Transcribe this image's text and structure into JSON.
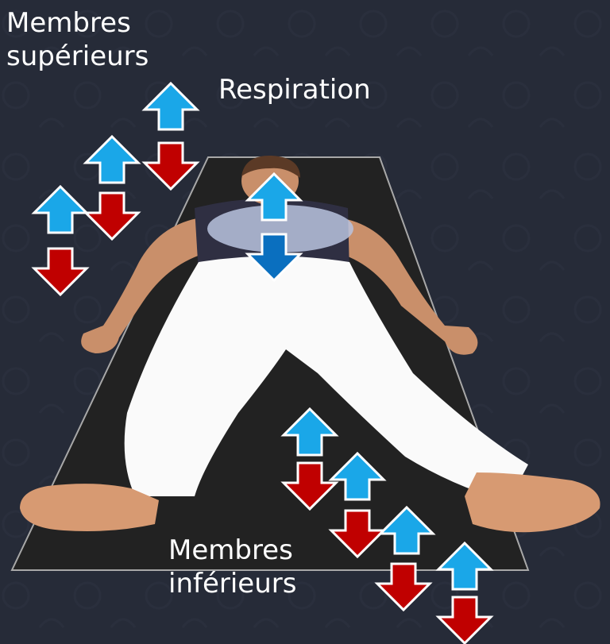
{
  "labels": {
    "upper_limbs": [
      "Membres",
      "supérieurs"
    ],
    "breathing": "Respiration",
    "lower_limbs": [
      "Membres",
      "inférieurs"
    ]
  },
  "colors": {
    "background": "#262b38",
    "mat": "#222222",
    "mat_edge": "#a8a8a8",
    "arrow_up": "#1aa7e8",
    "arrow_down": "#c00000",
    "arrow_down_breath": "#0a6fbf",
    "chest_ellipse": "#b8c3de",
    "skin": "#c98f6a",
    "pants": "#fafafa",
    "shirt": "#2f2f42",
    "hair": "#5b3a26"
  },
  "icons": {
    "up": "arrow-up-icon",
    "down": "arrow-down-icon"
  }
}
